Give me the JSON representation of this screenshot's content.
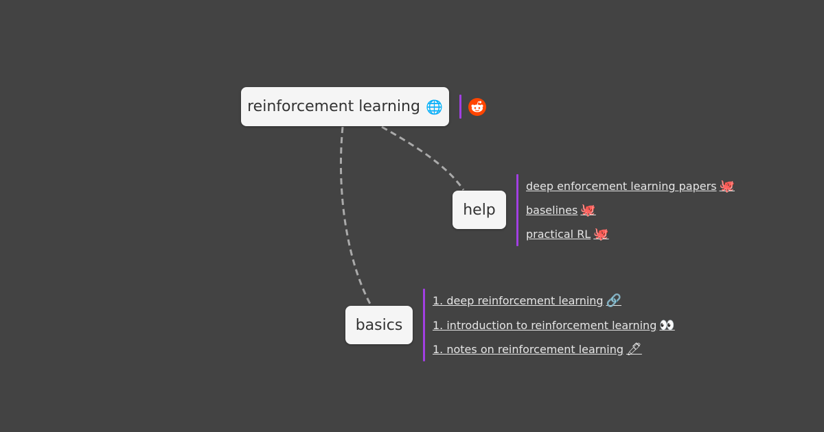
{
  "root": {
    "label": "reinforcement learning",
    "icon": "globe-icon",
    "side_icon": "reddit-icon"
  },
  "help": {
    "label": "help",
    "links": [
      {
        "text": "deep enforcement learning papers",
        "icon": "github-octocat-icon"
      },
      {
        "text": "baselines",
        "icon": "github-octocat-icon"
      },
      {
        "text": "practical RL",
        "icon": "github-octocat-icon"
      }
    ]
  },
  "basics": {
    "label": "basics",
    "links": [
      {
        "text": "1. deep reinforcement learning",
        "icon": "link-icon"
      },
      {
        "text": "1. introduction to reinforcement learning",
        "icon": "eyes-icon"
      },
      {
        "text": "1. notes on reinforcement learning",
        "icon": "pen-icon"
      }
    ]
  },
  "colors": {
    "background": "#434343",
    "node": "#f5f5f5",
    "accent_bar": "#a23fe3",
    "edge": "#aaaaaa",
    "reddit": "#ff4500"
  }
}
